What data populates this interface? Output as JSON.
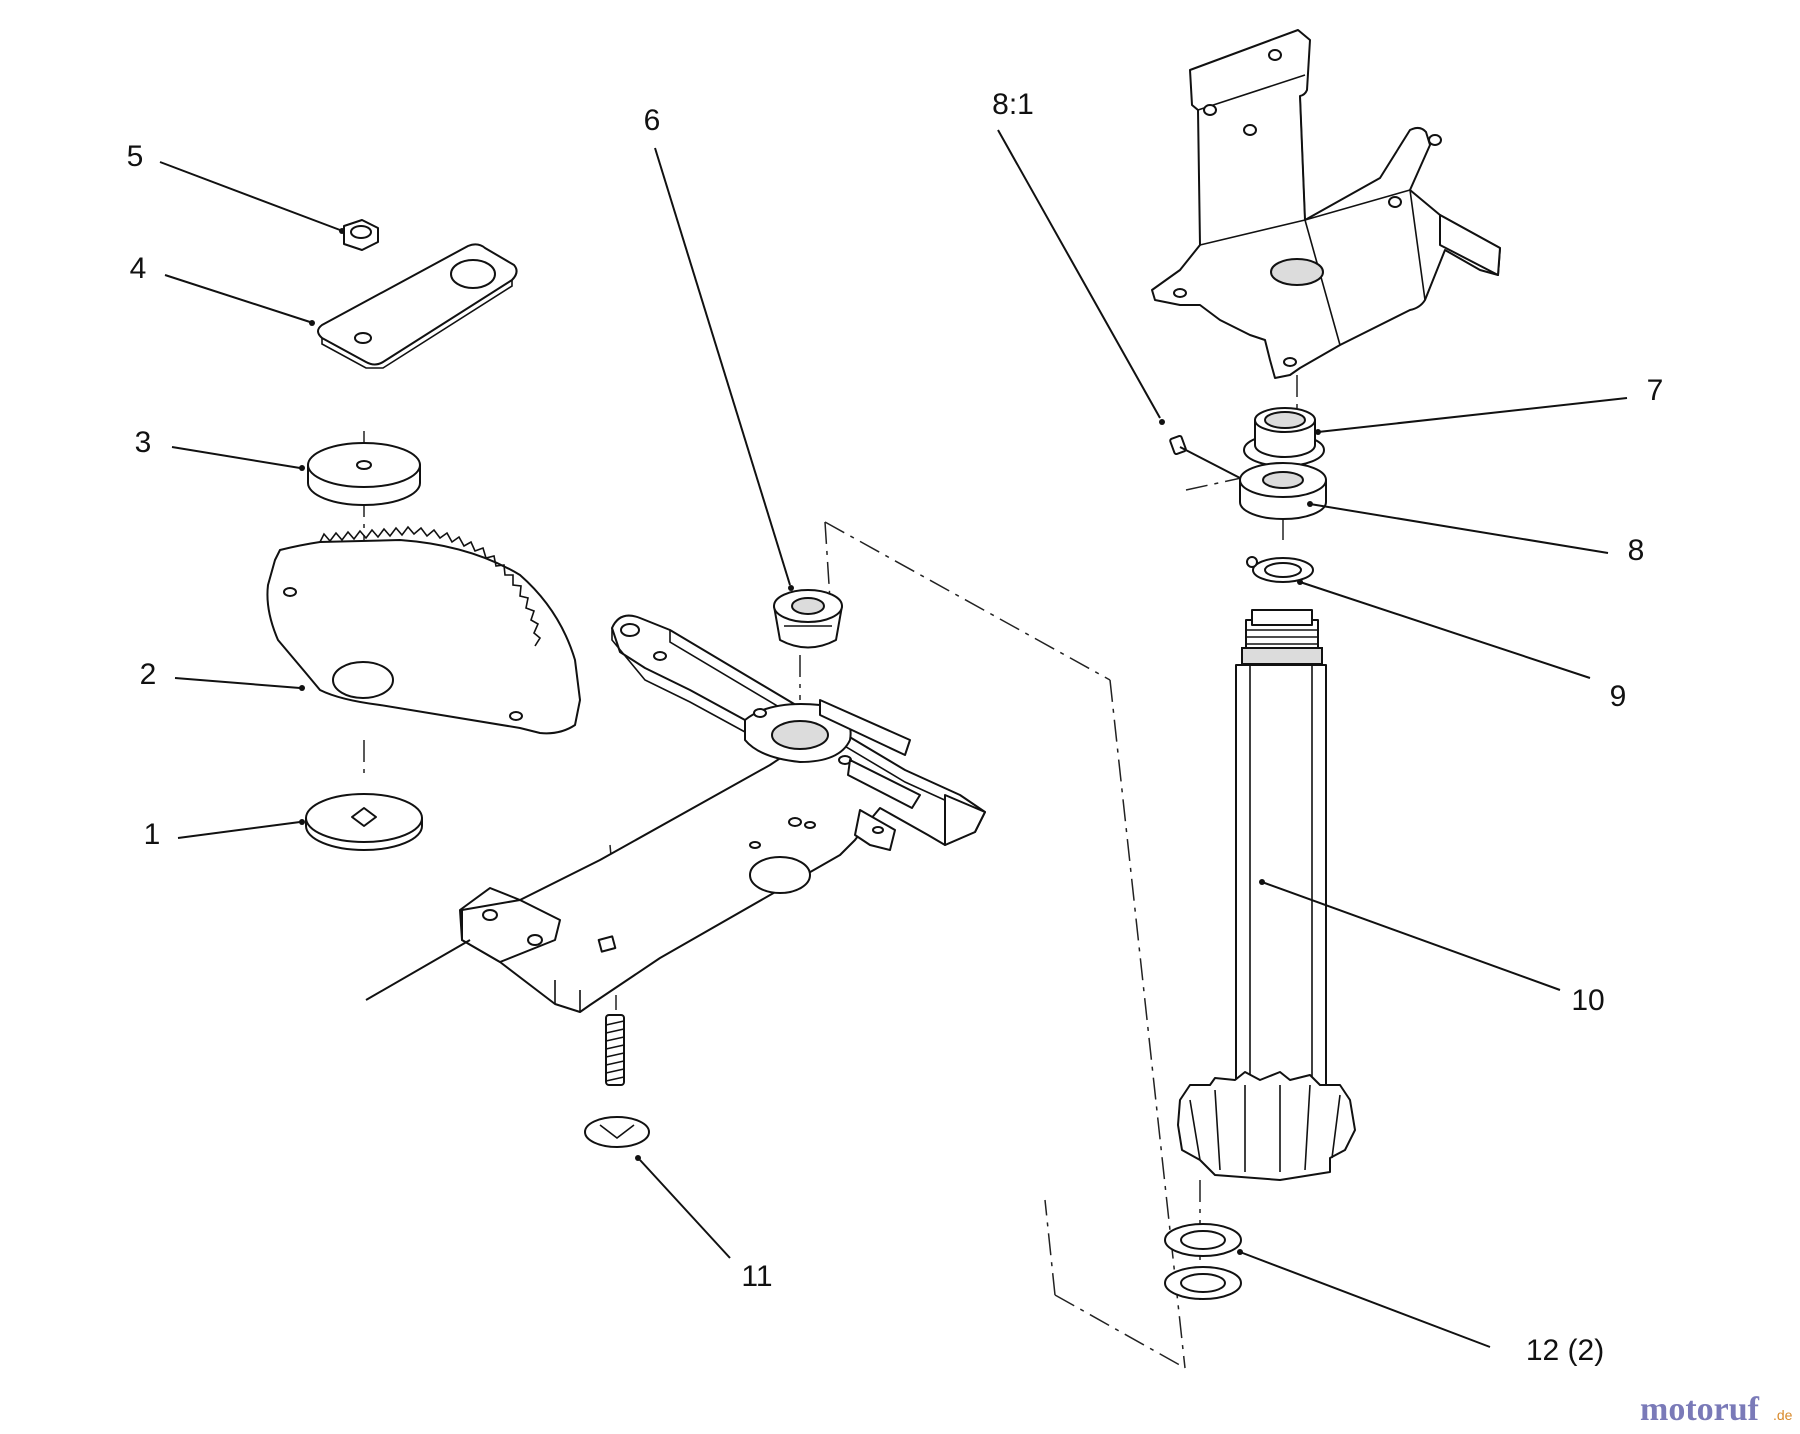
{
  "callouts": {
    "c1": "1",
    "c2": "2",
    "c3": "3",
    "c4": "4",
    "c5": "5",
    "c6": "6",
    "c7": "7",
    "c8": "8",
    "c81": "8:1",
    "c9": "9",
    "c10": "10",
    "c11": "11",
    "c12": "12 (2)"
  },
  "watermark": {
    "brand": "motoruf",
    "tld": ".de",
    "colors": {
      "primary": "#7a7ab8",
      "accent": "#d98a2b"
    }
  }
}
